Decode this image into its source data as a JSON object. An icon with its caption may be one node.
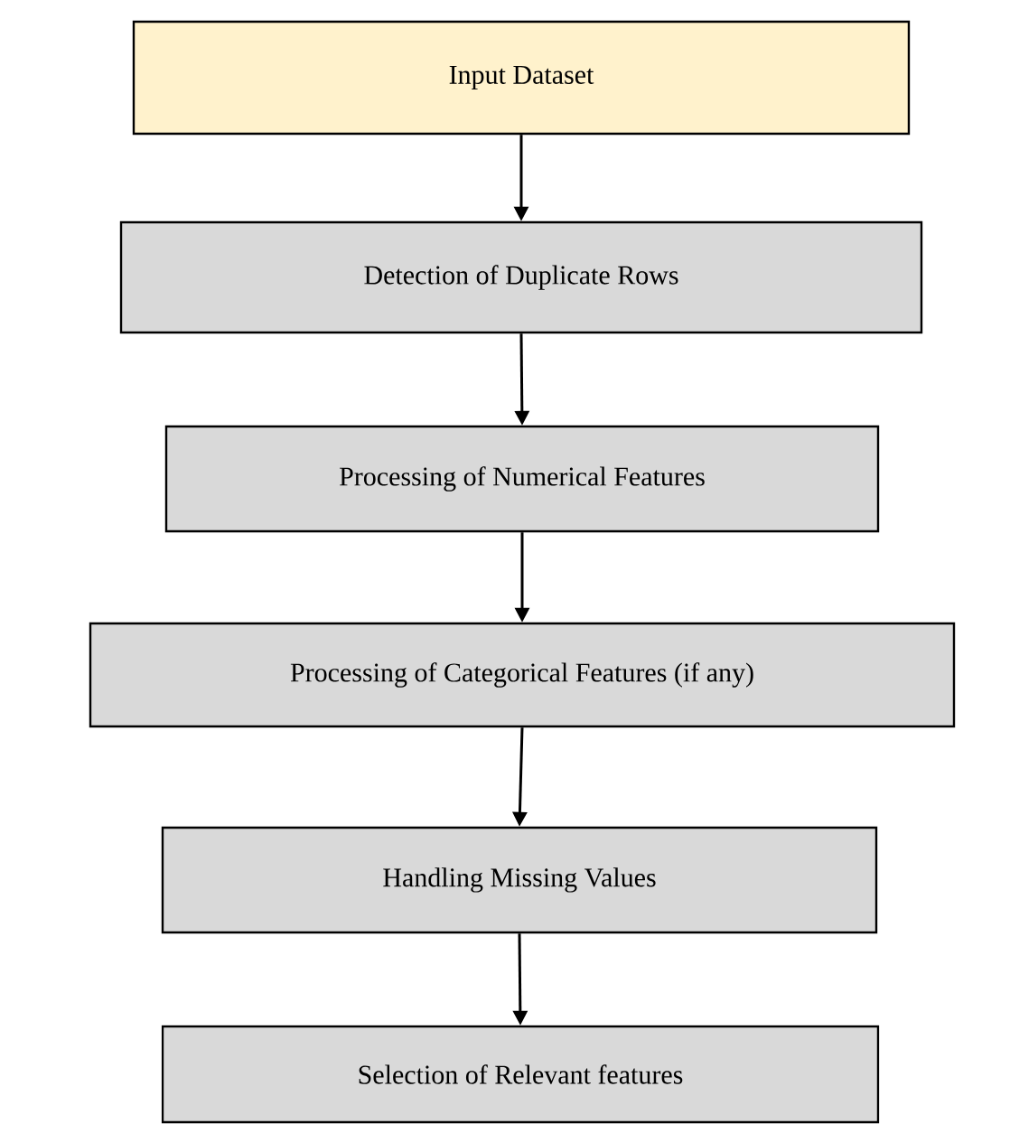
{
  "diagram": {
    "nodes": [
      {
        "text": [
          "Input Dataset"
        ]
      },
      {
        "text": [
          "Detection of Duplicate Rows"
        ]
      },
      {
        "text": [
          "Processing of Numerical Features"
        ]
      },
      {
        "text": [
          "Processing of Categorical Features (if any)"
        ]
      },
      {
        "text": [
          "Handling Missing Values"
        ]
      },
      {
        "text": [
          "Selection of Relevant features"
        ]
      }
    ],
    "edges": [
      {
        "from": 0,
        "to": 1,
        "arrow": "to"
      },
      {
        "from": 1,
        "to": 2,
        "arrow": "to"
      },
      {
        "from": 2,
        "to": 3,
        "arrow": "to"
      },
      {
        "from": 3,
        "to": 4,
        "arrow": "to"
      },
      {
        "from": 4,
        "to": 5,
        "arrow": "to"
      }
    ]
  }
}
